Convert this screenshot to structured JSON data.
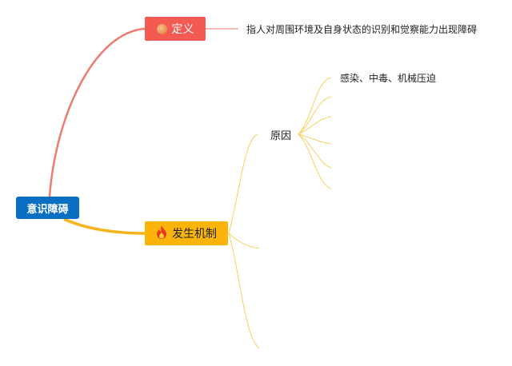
{
  "root": {
    "label": "意识障碍"
  },
  "definition": {
    "label": "定义",
    "icon": "circle-icon",
    "text": "指人对周围环境及自身状态的识别和觉察能力出现障碍"
  },
  "mechanism": {
    "label": "发生机制",
    "icon": "fire-icon",
    "cause": {
      "label": "原因",
      "leaves": [
        "感染、中毒、机械压迫"
      ]
    }
  },
  "colors": {
    "root": "#0a6fc2",
    "definition": "#f25a52",
    "mechanism": "#fbb40a",
    "definition_line": "#ee7a70",
    "mechanism_line": "#f4b41a",
    "thin_line": "#f7cf62"
  }
}
